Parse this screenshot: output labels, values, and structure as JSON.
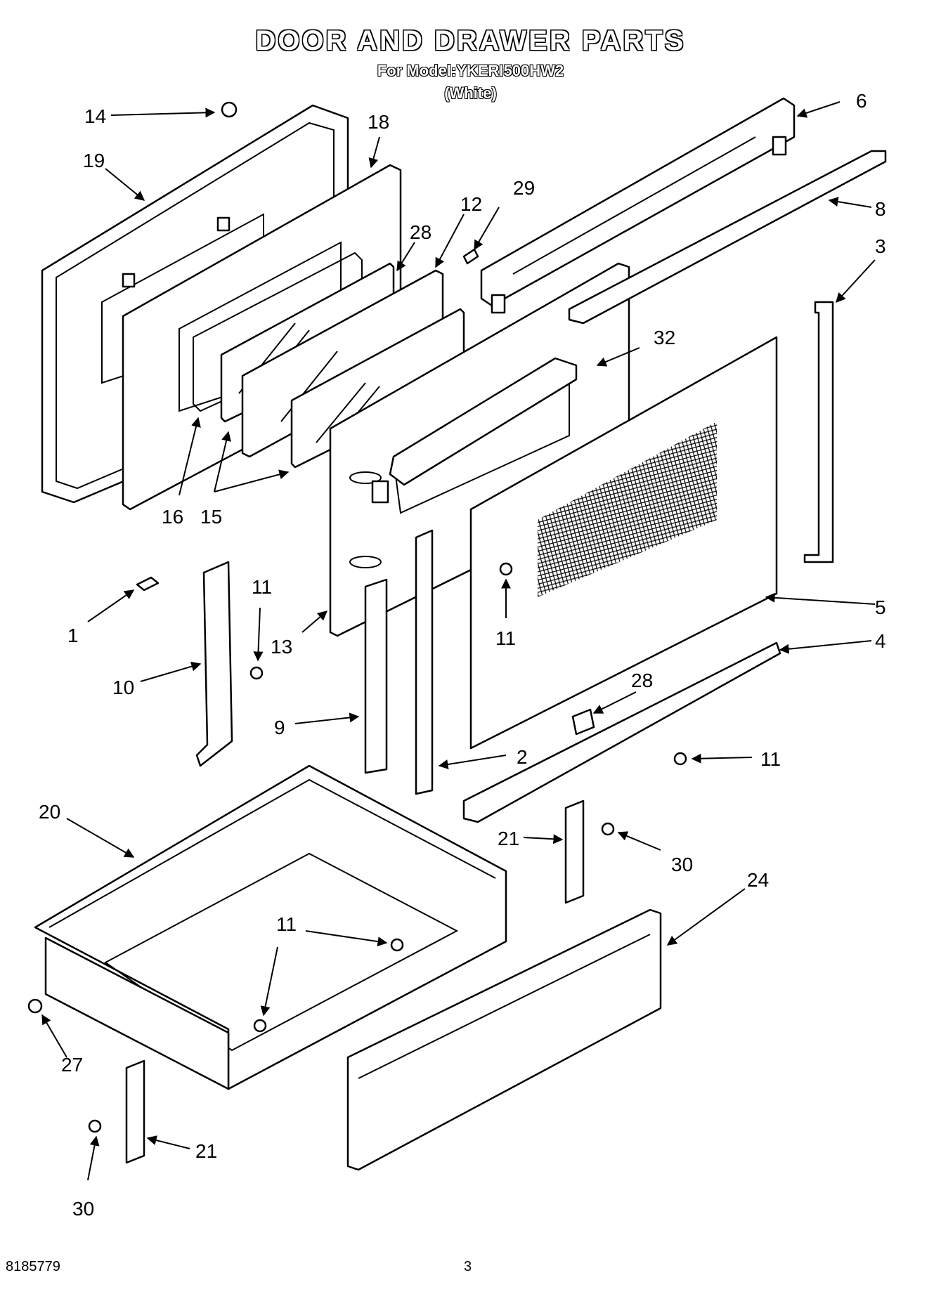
{
  "header": {
    "title": "DOOR AND DRAWER PARTS",
    "subtitle": "For Model:YKERI500HW2",
    "variant": "(White)"
  },
  "footer": {
    "doc_number": "8185779",
    "page_number": "3"
  },
  "callouts": {
    "c14": "14",
    "c18": "18",
    "c19": "19",
    "c6": "6",
    "c8": "8",
    "c29": "29",
    "c12": "12",
    "c28a": "28",
    "c3": "3",
    "c32": "32",
    "c16": "16",
    "c15": "15",
    "c1": "1",
    "c11a": "11",
    "c11b": "11",
    "c13": "13",
    "c10": "10",
    "c5": "5",
    "c4": "4",
    "c28b": "28",
    "c9": "9",
    "c2": "2",
    "c11c": "11",
    "c20": "20",
    "c21a": "21",
    "c30a": "30",
    "c24": "24",
    "c11d": "11",
    "c11e": "11",
    "c27": "27",
    "c21b": "21",
    "c30b": "30"
  }
}
